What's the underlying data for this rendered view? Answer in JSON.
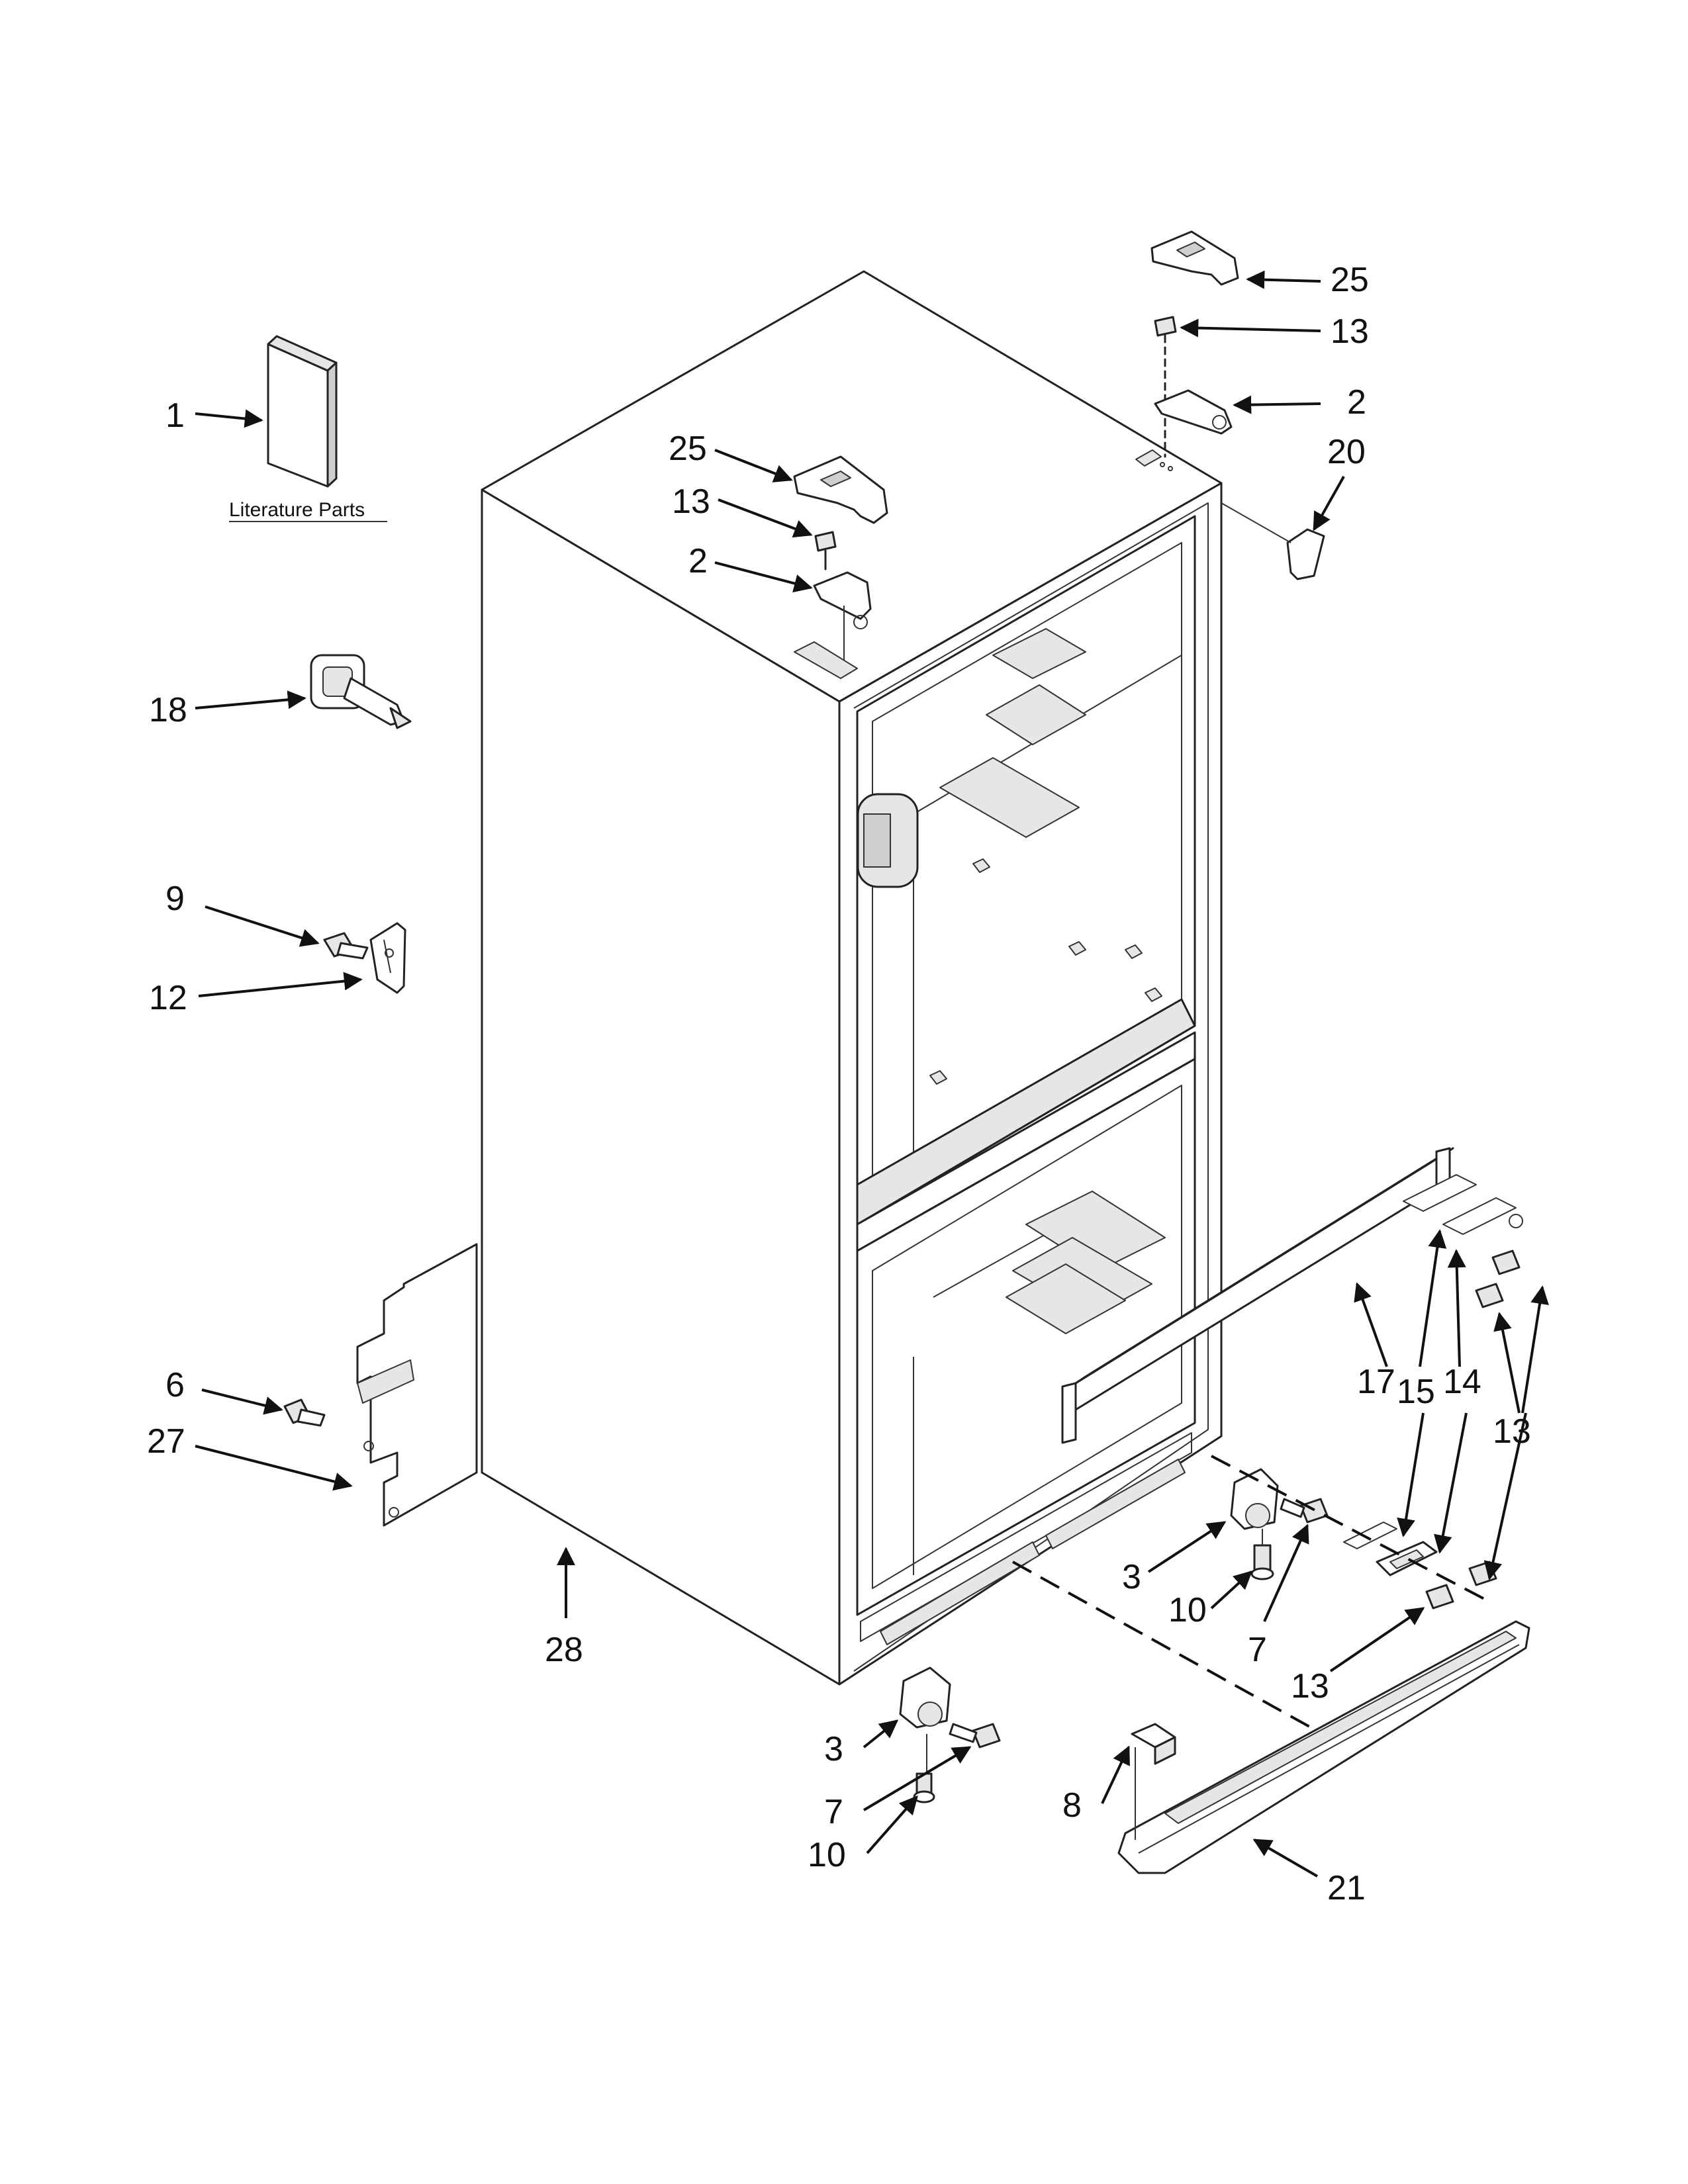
{
  "literature_label": "Literature Parts",
  "callouts": {
    "c1": "1",
    "c18": "18",
    "c9": "9",
    "c12": "12",
    "c6": "6",
    "c27": "27",
    "c28": "28",
    "c25a": "25",
    "c13a": "13",
    "c2a": "2",
    "c25b": "25",
    "c13b": "13",
    "c2b": "2",
    "c20": "20",
    "c17": "17",
    "c15a": "15",
    "c14a": "14",
    "c13c": "13",
    "c3a": "3",
    "c10a": "10",
    "c7a": "7",
    "c15b": "15",
    "c14b": "14",
    "c13d": "13",
    "c3b": "3",
    "c7b": "7",
    "c10b": "10",
    "c8": "8",
    "c21": "21"
  }
}
